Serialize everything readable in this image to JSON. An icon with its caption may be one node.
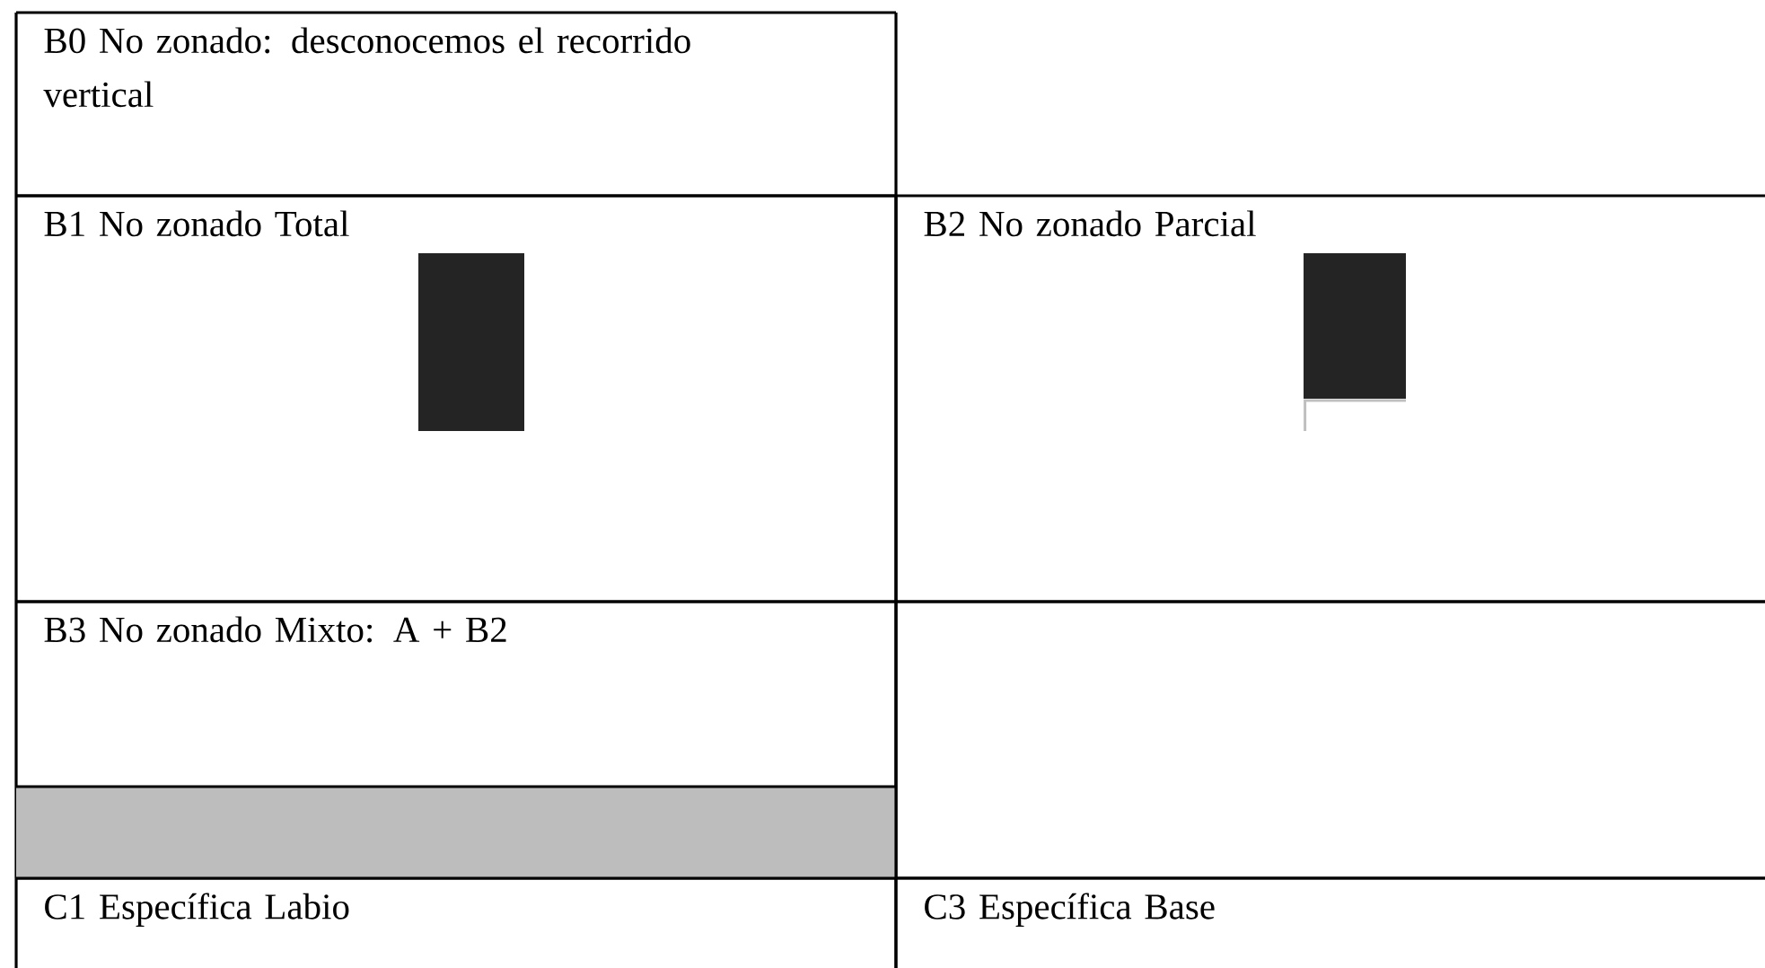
{
  "diagram": {
    "nodes": [
      {
        "text": [
          "B0 No zonado: desconocemos el recorrido vertical"
        ]
      },
      {
        "text": [
          "B1 No zonado Total"
        ]
      },
      {
        "text": [],
        "shape": "bar",
        "in": 1
      },
      {
        "text": [
          "B2 No zonado Parcial"
        ]
      },
      {
        "text": [],
        "shape": "bar",
        "in": 3
      },
      {
        "text": [
          "B3 No zonado Mixto: A + B2"
        ]
      },
      {
        "text": [],
        "shape": "bar",
        "in": 5
      },
      {
        "text": [],
        "shape": "box"
      },
      {
        "text": [
          "C1 Específica Labio"
        ]
      },
      {
        "text": [
          "C3 Específica Base"
        ]
      }
    ]
  }
}
